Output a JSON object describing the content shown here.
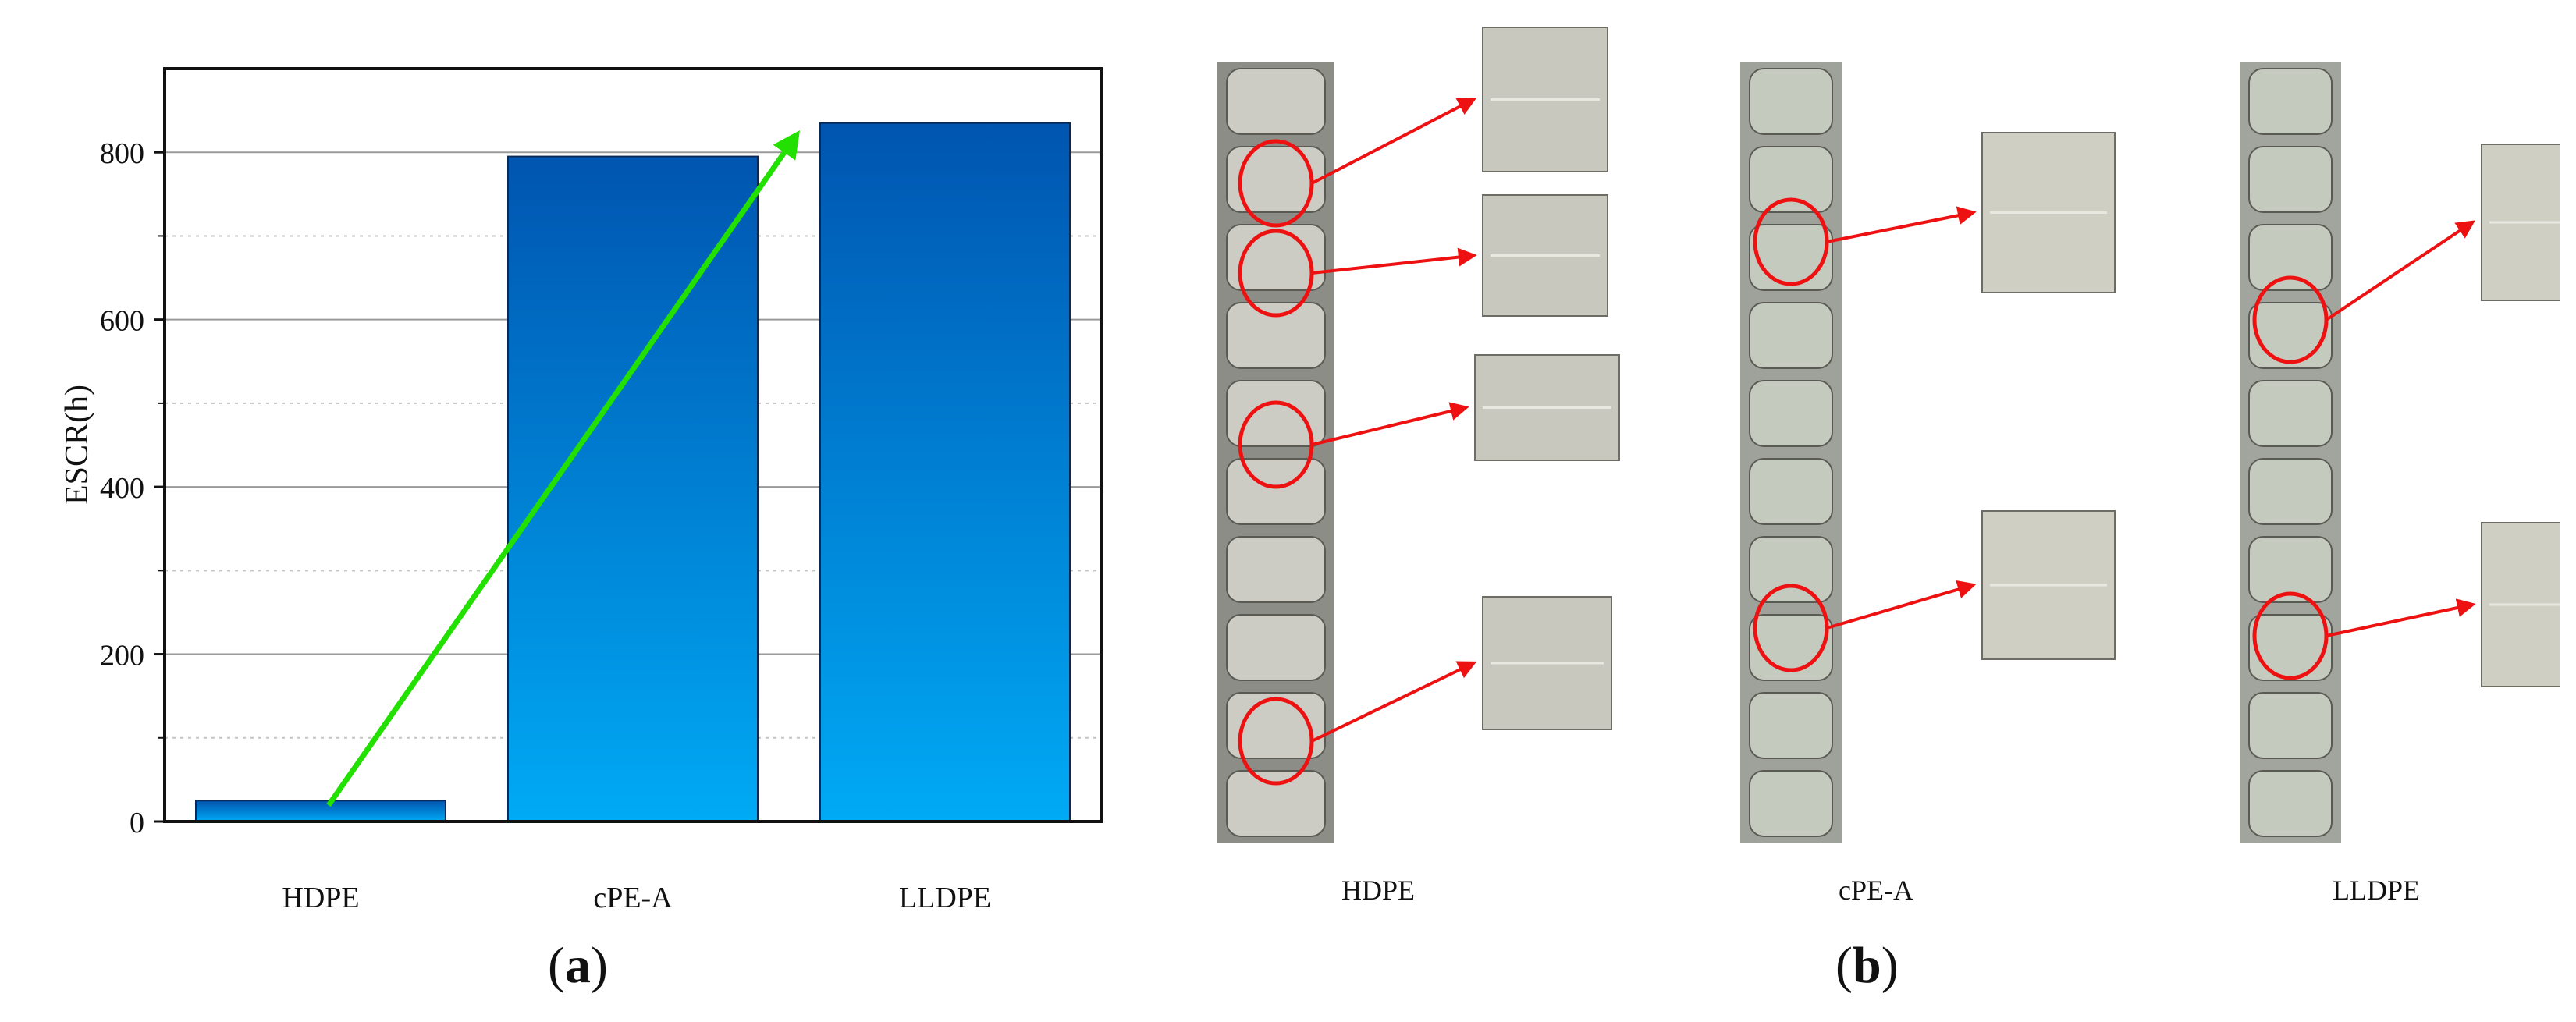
{
  "chart_data": {
    "type": "bar",
    "categories": [
      "HDPE",
      "cPE-A",
      "LLDPE"
    ],
    "values": [
      25,
      795,
      835
    ],
    "ylabel": "ESCR(h)",
    "xlabel": "",
    "ylim": [
      0,
      900
    ],
    "yticks": [
      0,
      200,
      400,
      600,
      800
    ],
    "grid": true,
    "bar_color_top": "#0055b0",
    "bar_color_bottom": "#00aaf5",
    "trend_arrow_color": "#22e000"
  },
  "panel_a": {
    "caption_open": "(",
    "caption_letter": "a",
    "caption_close": ")"
  },
  "panel_b": {
    "caption_open": "(",
    "caption_letter": "b",
    "caption_close": ")",
    "samples": [
      "HDPE",
      "cPE-A",
      "LLDPE"
    ],
    "highlight_color": "#ee1111"
  }
}
